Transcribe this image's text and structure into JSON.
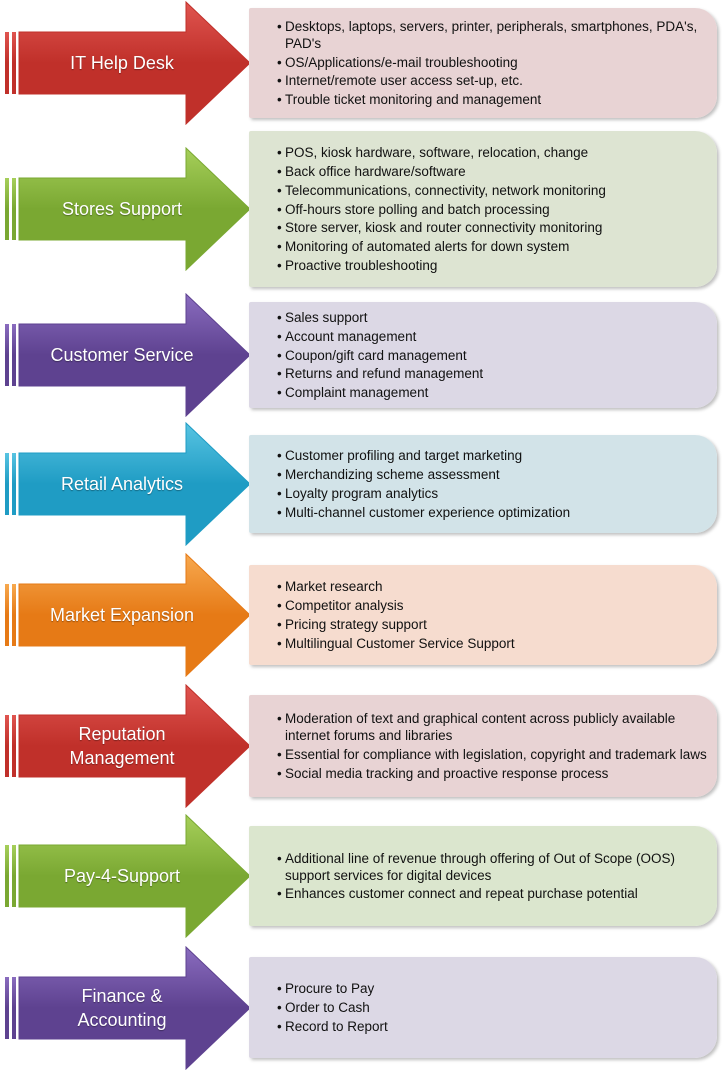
{
  "rows": [
    {
      "title": "IT Help Desk",
      "color": "#c0302a",
      "light": "#e05550",
      "box": "#e8d3d4",
      "items": [
        "Desktops, laptops, servers, printer, peripherals, smartphones, PDA's, PAD's",
        "OS/Applications/e-mail troubleshooting",
        "Internet/remote user access set-up, etc.",
        "Trouble ticket monitoring and management"
      ]
    },
    {
      "title": "Stores Support",
      "color": "#7aa832",
      "light": "#a6cf5a",
      "box": "#dde4d2",
      "items": [
        "POS, kiosk hardware, software, relocation, change",
        "Back office hardware/software",
        "Telecommunications, connectivity, network monitoring",
        "Off-hours store polling and batch processing",
        "Store server, kiosk and router connectivity monitoring",
        "Monitoring of automated alerts for down system",
        "Proactive troubleshooting"
      ]
    },
    {
      "title": "Customer Service",
      "color": "#5e4290",
      "light": "#8a6cbf",
      "box": "#dcd8e5",
      "items": [
        "Sales support",
        "Account management",
        "Coupon/gift card management",
        "Returns and refund management",
        "Complaint management"
      ]
    },
    {
      "title": "Retail Analytics",
      "color": "#1f9cc4",
      "light": "#58c4e2",
      "box": "#d2e3e8",
      "items": [
        "Customer profiling and target marketing",
        "Merchandizing scheme assessment",
        "Loyalty program analytics",
        "Multi-channel customer experience optimization"
      ]
    },
    {
      "title": "Market Expansion",
      "color": "#e67a16",
      "light": "#f7a94f",
      "box": "#f6dccf",
      "items": [
        "Market research",
        "Competitor analysis",
        "Pricing strategy support",
        "Multilingual Customer Service Support"
      ]
    },
    {
      "title": "Reputation Management",
      "title_lines": [
        "Reputation",
        "Management"
      ],
      "color": "#c0302a",
      "light": "#e05550",
      "box": "#e8d3d4",
      "items": [
        "Moderation of text and graphical content across publicly available internet forums and libraries",
        "Essential for compliance with legislation, copyright and trademark laws",
        "Social media tracking and proactive response process"
      ]
    },
    {
      "title": "Pay-4-Support",
      "color": "#7aa832",
      "light": "#a6cf5a",
      "box": "#dbe6ce",
      "items": [
        "Additional line of revenue through offering of Out of Scope (OOS) support services for digital devices",
        "Enhances customer connect and repeat purchase potential"
      ]
    },
    {
      "title": "Finance & Accounting",
      "title_lines": [
        "Finance &",
        "Accounting"
      ],
      "color": "#5e4290",
      "light": "#8a6cbf",
      "box": "#dcd8e5",
      "items": [
        "Procure to Pay",
        "Order to Cash",
        "Record to Report"
      ]
    }
  ]
}
